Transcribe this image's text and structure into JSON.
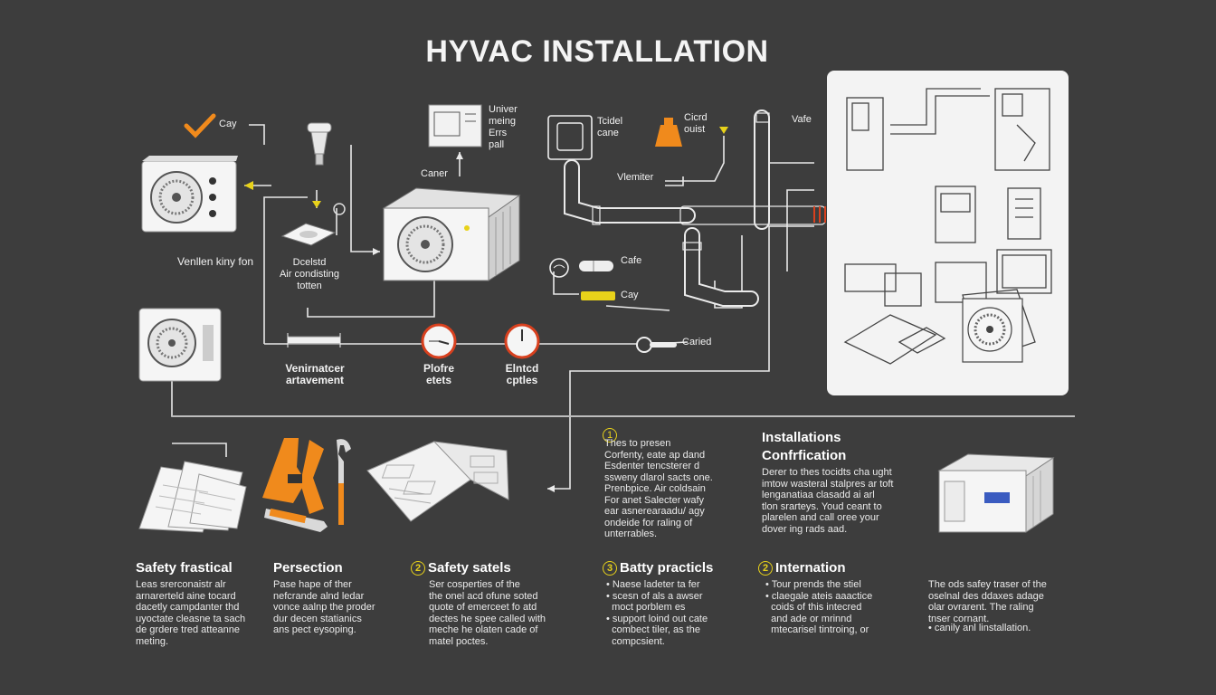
{
  "title": "HYVAC INSTALLATION",
  "colors": {
    "background": "#3d3d3d",
    "accent_orange": "#f08a1c",
    "accent_yellow": "#e8d21a",
    "accent_red": "#d8401e"
  },
  "diagram": {
    "labels": {
      "check_label": "Cay",
      "unit_label": "Univer\nmeing\nErrs\npall",
      "caner_label": "Caner",
      "ventilation_left": "Venllen kiny fon",
      "condenser_label": "Dcelstd\nAir condisting\ntotten",
      "thermostat_label": "Tcidel\ncane",
      "cored_label": "Cicrd\nouist",
      "valve_label": "Vafe",
      "vermiter_label": "Vlemiter",
      "cafe_label": "Cafe",
      "cay_label2": "Cay",
      "caried_label": "Caried",
      "ventilation_arrangement": "Venirnatcer\nartavement",
      "gauge1_label": "Plofre\netets",
      "gauge2_label": "Elntcd\ncptles"
    }
  },
  "intro": {
    "number": "1",
    "lines": [
      "Thes to presen",
      "Corfenty, eate ap dand",
      "Esdenter tencsterer d",
      "ssweny dlarol sacts one.",
      "Prenbpice. Air coldsain",
      "For anet Salecter wafy",
      "ear asnerearaadu/ agy",
      "ondeide for raling of",
      "unterrables."
    ]
  },
  "confirmation": {
    "title_lines": [
      "Installations",
      "Confrfication"
    ],
    "lines": [
      "Derer to thes tocidts cha ught",
      "imtow wasteral stalpres ar toft",
      "lenganatiaa clasadd ai arl",
      "tlon srarteys. Youd ceant to",
      "plarelen and call oree your",
      "dover ing rads aad."
    ]
  },
  "sections": [
    {
      "title": "Safety frastical",
      "number": "",
      "lines": [
        "Leas srerconaistr alr",
        "arnarerteld aine tocard",
        "dacetly campdanter thd",
        "uyoctate cleasne ta sach",
        "de grdere tred atteanne",
        "meting."
      ]
    },
    {
      "title": "Persection",
      "number": "",
      "lines": [
        "Pase hape of ther",
        "nefcrande alnd ledar",
        "vonce aalnp the proder",
        "dur decen statianics",
        "ans pect eysoping."
      ]
    },
    {
      "title": "Safety satels",
      "number": "2",
      "lines": [
        "Ser cosperties of the",
        "the onel acd ofune soted",
        "quote of emerceet fo atd",
        "dectes he spee called with",
        "meche he olaten cade of",
        "matel poctes."
      ]
    },
    {
      "title": "Batty practicls",
      "number": "3",
      "bullets": [
        "Naese ladeter ta fer",
        "scesn of als a awser",
        "moct porblem es",
        "support loind out cate",
        "combect tiler, as the",
        "compcsient."
      ],
      "continued": [
        false,
        false,
        true,
        false,
        true,
        true
      ]
    },
    {
      "title": "Internation",
      "number": "2",
      "bullets": [
        "Tour prends the stiel",
        "claegale ateis aaactice",
        "coids of this intecred",
        "and ade or mrinnd",
        "mtecarisel tintroing, or"
      ],
      "continued": [
        false,
        false,
        true,
        true,
        true
      ]
    },
    {
      "title": "",
      "number": "",
      "lines": [
        "The ods safey traser of the",
        "oselnal des ddaxes adage",
        "olar ovrarent. The raling",
        "tnser cornant."
      ],
      "bullets": [
        "canily anl linstallation."
      ]
    }
  ]
}
